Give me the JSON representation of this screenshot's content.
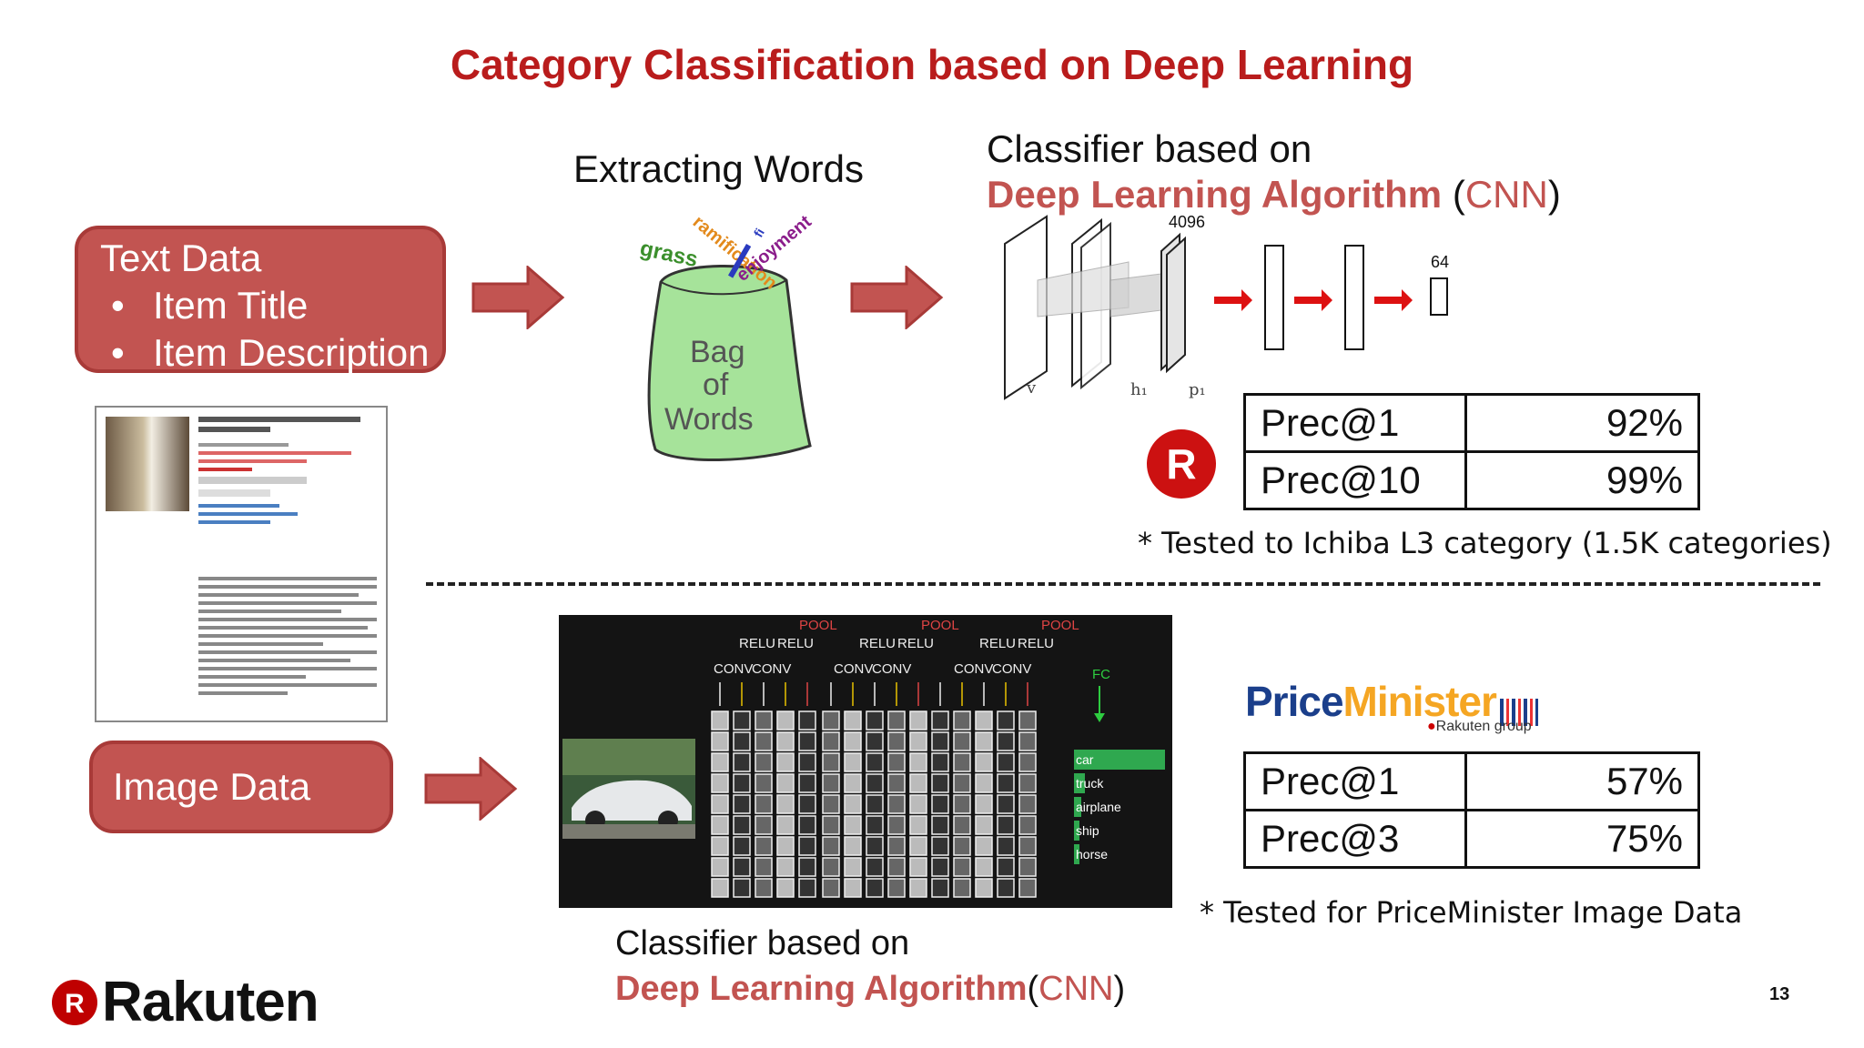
{
  "slide": {
    "title": "Category Classification based on Deep Learning",
    "page_number": "13"
  },
  "text_data_box": {
    "heading": "Text Data",
    "bullets": [
      "Item Title",
      "Item Description"
    ],
    "bullet_char": "•"
  },
  "image_data_box": {
    "label": "Image Data"
  },
  "bag_of_words": {
    "heading": "Extracting Words",
    "bag_text": [
      "Bag",
      "of",
      "Words"
    ],
    "words": [
      "ramification",
      "grass",
      "enjoyment",
      "fi"
    ]
  },
  "text_classifier": {
    "line1": "Classifier based on",
    "accent": "Deep Learning Algorithm",
    "paren_open": " (",
    "cnn": "CNN",
    "paren_close": ")",
    "diagram": {
      "top_label": "4096",
      "out_label": "64",
      "v": "v",
      "h1": "h₁",
      "p1": "p₁"
    }
  },
  "text_results": {
    "rows": [
      {
        "metric": "Prec@1",
        "value": "92%"
      },
      {
        "metric": "Prec@10",
        "value": "99%"
      }
    ],
    "note": "* Tested to Ichiba L3 category (1.5K categories)"
  },
  "image_cnn": {
    "relu": "RELU",
    "conv": "CONV",
    "pool": "POOL",
    "fc": "FC",
    "classes": [
      {
        "name": "car",
        "score": 1.0
      },
      {
        "name": "truck",
        "score": 0.12
      },
      {
        "name": "airplane",
        "score": 0.08
      },
      {
        "name": "ship",
        "score": 0.06
      },
      {
        "name": "horse",
        "score": 0.04
      }
    ]
  },
  "image_classifier": {
    "line1": "Classifier based on",
    "accent": "Deep Learning Algorithm",
    "paren_open": "(",
    "cnn": "CNN",
    "paren_close": ")"
  },
  "priceminister": {
    "logo_price": "Price",
    "logo_minister": "Minister",
    "group": "Rakuten group",
    "rows": [
      {
        "metric": "Prec@1",
        "value": "57%"
      },
      {
        "metric": "Prec@3",
        "value": "75%"
      }
    ],
    "note": "* Tested for PriceMinister Image Data"
  },
  "brand": {
    "name": "Rakuten",
    "r": "R"
  },
  "colors": {
    "title": "#b91c1c",
    "box": "#c25451",
    "accent": "#c25451",
    "fc": "#2fa84f",
    "pm_blue": "#1b3f8b",
    "pm_orange": "#f5a623"
  }
}
